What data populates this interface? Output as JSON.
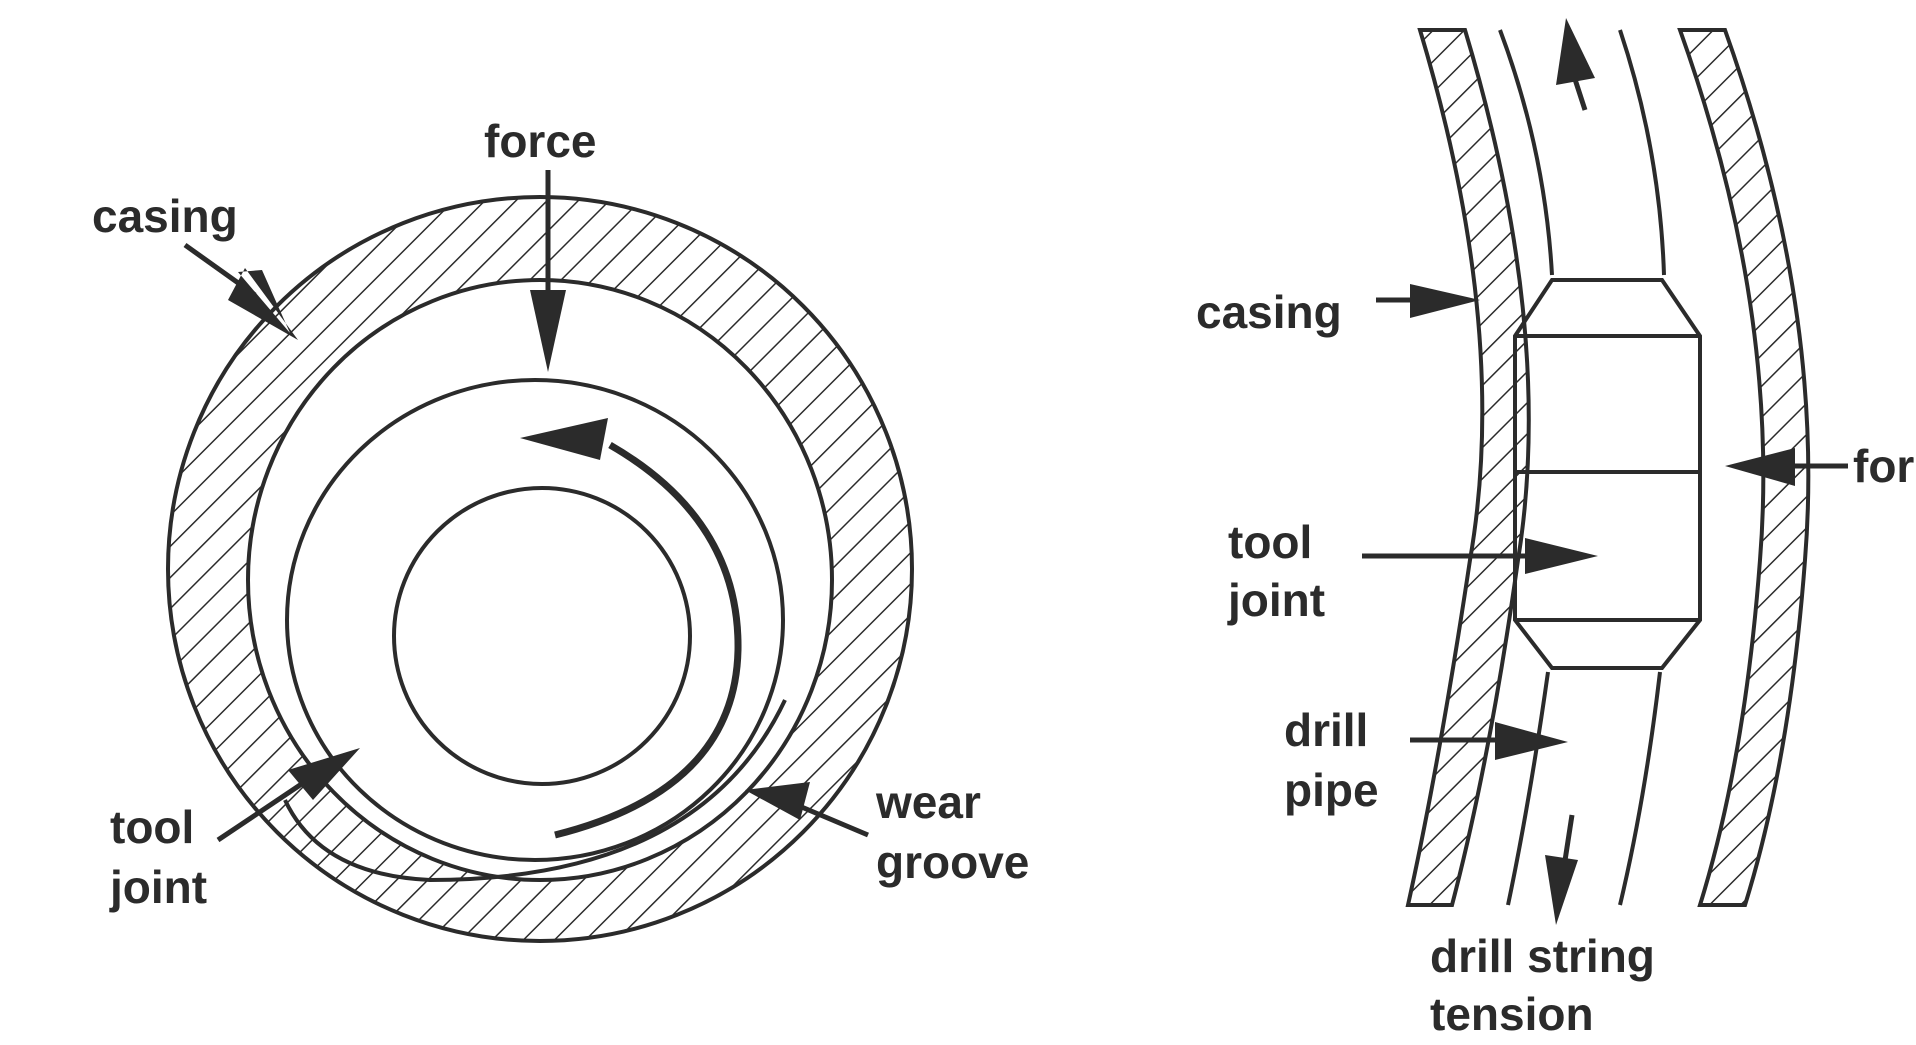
{
  "left_view": {
    "labels": {
      "force": "force",
      "casing": "casing",
      "tool_joint_line1": "tool",
      "tool_joint_line2": "joint",
      "wear_groove_line1": "wear",
      "wear_groove_line2": "groove"
    }
  },
  "right_view": {
    "labels": {
      "casing": "casing",
      "tool_joint_line1": "tool",
      "tool_joint_line2": "joint",
      "drill_pipe_line1": "drill",
      "drill_pipe_line2": "pipe",
      "tension_line1": "drill string",
      "tension_line2": "tension",
      "force_partial": "for"
    }
  },
  "colors": {
    "ink": "#2b2b2b",
    "background": "#ffffff"
  }
}
